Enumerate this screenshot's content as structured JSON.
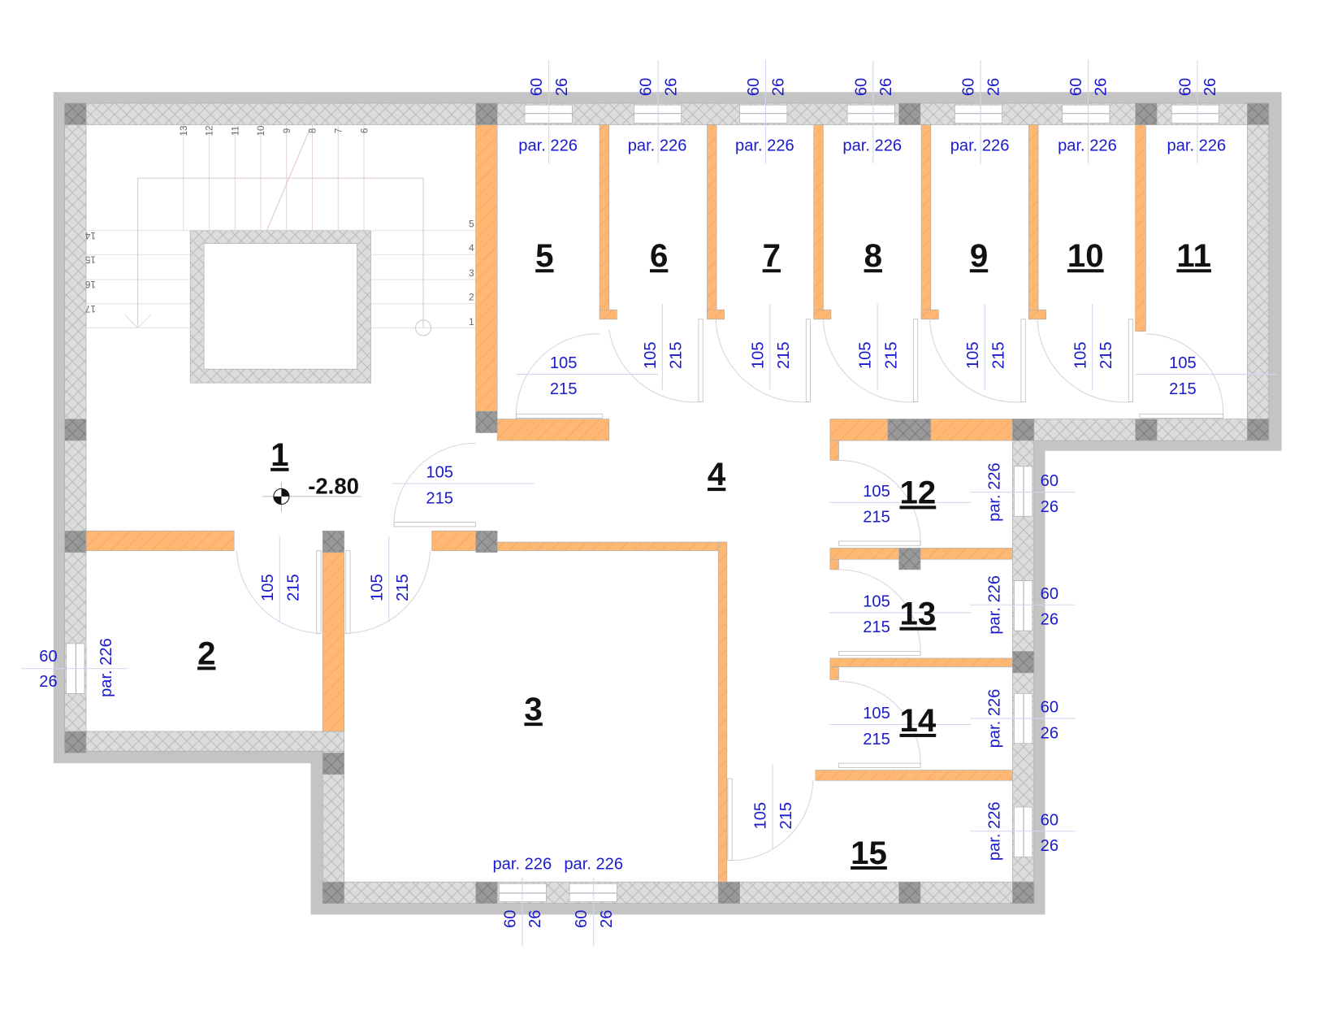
{
  "rooms": [
    "1",
    "2",
    "3",
    "4",
    "5",
    "6",
    "7",
    "8",
    "9",
    "10",
    "11",
    "12",
    "13",
    "14",
    "15"
  ],
  "level": "-2.80",
  "door": {
    "width": "105",
    "height": "215"
  },
  "window": {
    "width": "60",
    "height": "26",
    "sill": "par. 226"
  },
  "stairs": {
    "steps": [
      "1",
      "2",
      "3",
      "4",
      "5",
      "6",
      "7",
      "8",
      "9",
      "10",
      "11",
      "12",
      "13",
      "14",
      "15",
      "16",
      "17"
    ]
  },
  "colors": {
    "partition": "#ffb874",
    "wall": "#dcdcdc",
    "column": "#999999",
    "outline": "#c0c0c0",
    "dimension": "#1a1acc"
  }
}
